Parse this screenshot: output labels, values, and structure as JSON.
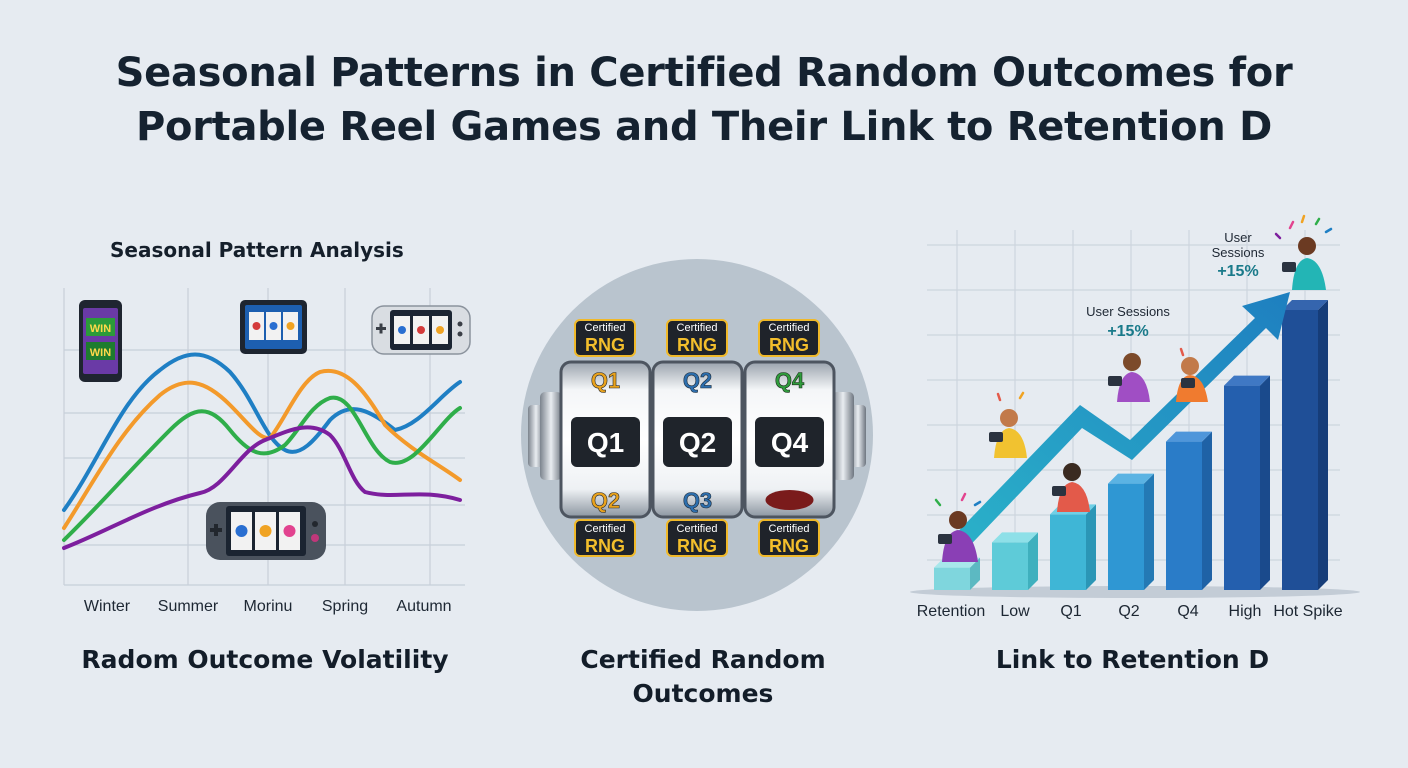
{
  "header": {
    "title_line1": "Seasonal Patterns in Certified Random Outcomes for",
    "title_line2": "Portable Reel Games and Their Link to Retention D"
  },
  "left_panel": {
    "subtitle": "Seasonal Pattern Analysis",
    "caption": "Radom Outcome Volatility",
    "x_ticks": [
      "Winter",
      "Summer",
      "Morinu",
      "Spring",
      "Autumn"
    ],
    "phone_texts": [
      "WIN",
      "WIN"
    ],
    "colors": {
      "blue": "#1f7fc4",
      "orange": "#f39a2b",
      "green": "#2fae4a",
      "purple": "#7d1f9e"
    }
  },
  "center_panel": {
    "caption_line1": "Certified Random",
    "caption_line2": "Outcomes",
    "badge_top": "Certified",
    "badge_bottom": "RNG",
    "reels": [
      {
        "top": "Q1",
        "center": "Q1",
        "bottom": "Q2"
      },
      {
        "top": "Q2",
        "center": "Q2",
        "bottom": "Q3"
      },
      {
        "top": "Q4",
        "center": "Q4",
        "bottom": ""
      }
    ]
  },
  "right_panel": {
    "caption": "Link to Retention D",
    "x_ticks": [
      "Retention",
      "Low",
      "Q1",
      "Q2",
      "Q4",
      "High",
      "Hot Spike"
    ],
    "bar_levels": [
      0.08,
      0.17,
      0.27,
      0.38,
      0.53,
      0.73,
      1.0
    ],
    "annotation_1": {
      "line1": "User Sessions",
      "line2": "+15%"
    },
    "annotation_2": {
      "line1": "User",
      "line2": "Sessions",
      "line3": "+15%"
    }
  }
}
